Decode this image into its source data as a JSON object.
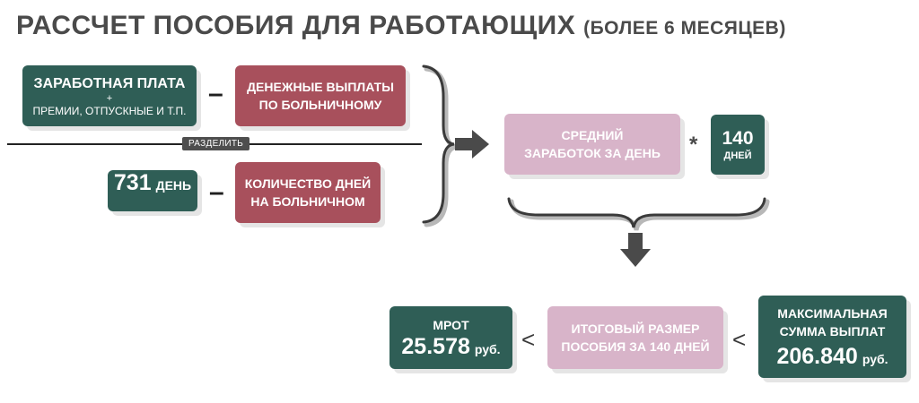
{
  "title": {
    "main": "РАССЧЕТ ПОСОБИЯ ДЛЯ РАБОТАЮЩИХ",
    "sub": "(БОЛЕЕ 6 МЕСЯЦЕВ)"
  },
  "salary": {
    "line1": "ЗАРАБОТНАЯ ПЛАТА",
    "plus": "+",
    "line2": "ПРЕМИИ, ОТПУСКНЫЕ И Т.П."
  },
  "sick_payments": {
    "line1": "ДЕНЕЖНЫЕ ВЫПЛАТЫ",
    "line2": "ПО БОЛЬНИЧНОМУ"
  },
  "divide_label": "РАЗДЕЛИТЬ",
  "days_total": {
    "value": "731",
    "unit": "ДЕНЬ"
  },
  "sick_days": {
    "line1": "КОЛИЧЕСТВО ДНЕЙ",
    "line2": "НА БОЛЬНИЧНОМ"
  },
  "average": {
    "line1": "СРЕДНИЙ",
    "line2": "ЗАРАБОТОК ЗА ДЕНЬ"
  },
  "multiply_symbol": "*",
  "days_140": {
    "value": "140",
    "unit": "ДНЕЙ"
  },
  "mrot": {
    "label": "МРОТ",
    "value": "25.578",
    "unit": "руб."
  },
  "total": {
    "line1": "ИТОГОВЫЙ РАЗМЕР",
    "line2": "ПОСОБИЯ ЗА 140 ДНЕЙ"
  },
  "max": {
    "line1": "МАКСИМАЛЬНАЯ",
    "line2": "СУММА ВЫПЛАТ",
    "value": "206.840",
    "unit": "руб."
  },
  "minus_symbol": "–",
  "less_symbol": "<",
  "colors": {
    "green": "#2f5e56",
    "red": "#a8505c",
    "pink": "#d8b4c9",
    "arrow": "#4a4a4a"
  }
}
